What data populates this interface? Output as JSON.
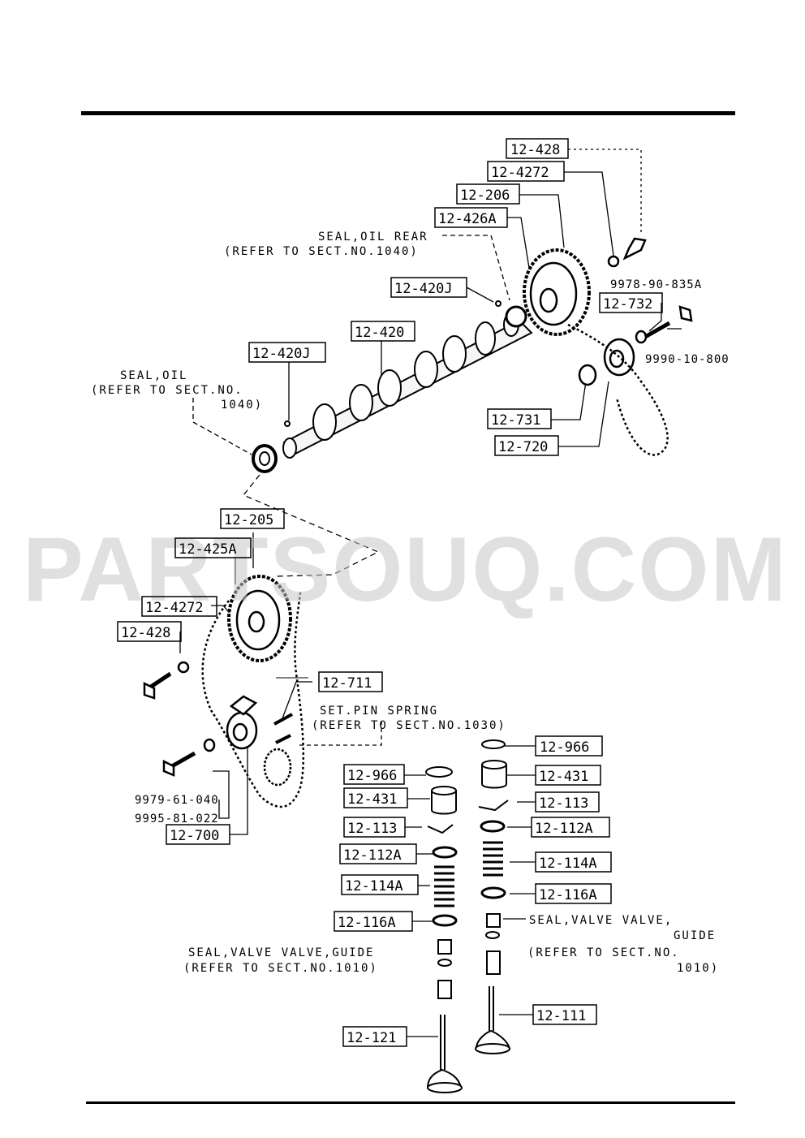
{
  "watermark": "PARTSOUQ.COM",
  "part_labels": {
    "p12_428_top": "12-428",
    "p12_4272_top": "12-4272",
    "p12_206": "12-206",
    "p12_426A": "12-426A",
    "p12_420J_top": "12-420J",
    "p12_420": "12-420",
    "p12_420J_left": "12-420J",
    "p12_732": "12-732",
    "p12_731": "12-731",
    "p12_720": "12-720",
    "p12_205": "12-205",
    "p12_425A": "12-425A",
    "p12_4272_left": "12-4272",
    "p12_428_left": "12-428",
    "p12_711": "12-711",
    "p12_700": "12-700",
    "p12_966_left": "12-966",
    "p12_431_left": "12-431",
    "p12_113_left": "12-113",
    "p12_112A_left": "12-112A",
    "p12_114A_left": "12-114A",
    "p12_116A_left": "12-116A",
    "p12_121": "12-121",
    "p12_966_right": "12-966",
    "p12_431_right": "12-431",
    "p12_113_right": "12-113",
    "p12_112A_right": "12-112A",
    "p12_114A_right": "12-114A",
    "p12_116A_right": "12-116A",
    "p12_111": "12-111"
  },
  "bolt_numbers": {
    "b9978": "9978-90-835A",
    "b9990": "9990-10-800",
    "b9979": "9979-61-040",
    "b9995": "9995-81-022"
  },
  "notes": {
    "seal_oil_rear_1": "SEAL,OIL REAR",
    "seal_oil_rear_2": "(REFER TO SECT.NO.1040)",
    "seal_oil_1": "SEAL,OIL",
    "seal_oil_2": "(REFER TO SECT.NO.",
    "seal_oil_3": "1040)",
    "setpin_1": "SET.PIN SPRING",
    "setpin_2": "(REFER TO SECT.NO.1030)",
    "seal_valve_left_1": "SEAL,VALVE  VALVE,GUIDE",
    "seal_valve_left_2": "(REFER TO SECT.NO.1010)",
    "seal_valve_right_1": "SEAL,VALVE  VALVE,",
    "seal_valve_right_2": "GUIDE",
    "seal_valve_right_3": "(REFER TO SECT.NO.",
    "seal_valve_right_4": "1010)"
  }
}
